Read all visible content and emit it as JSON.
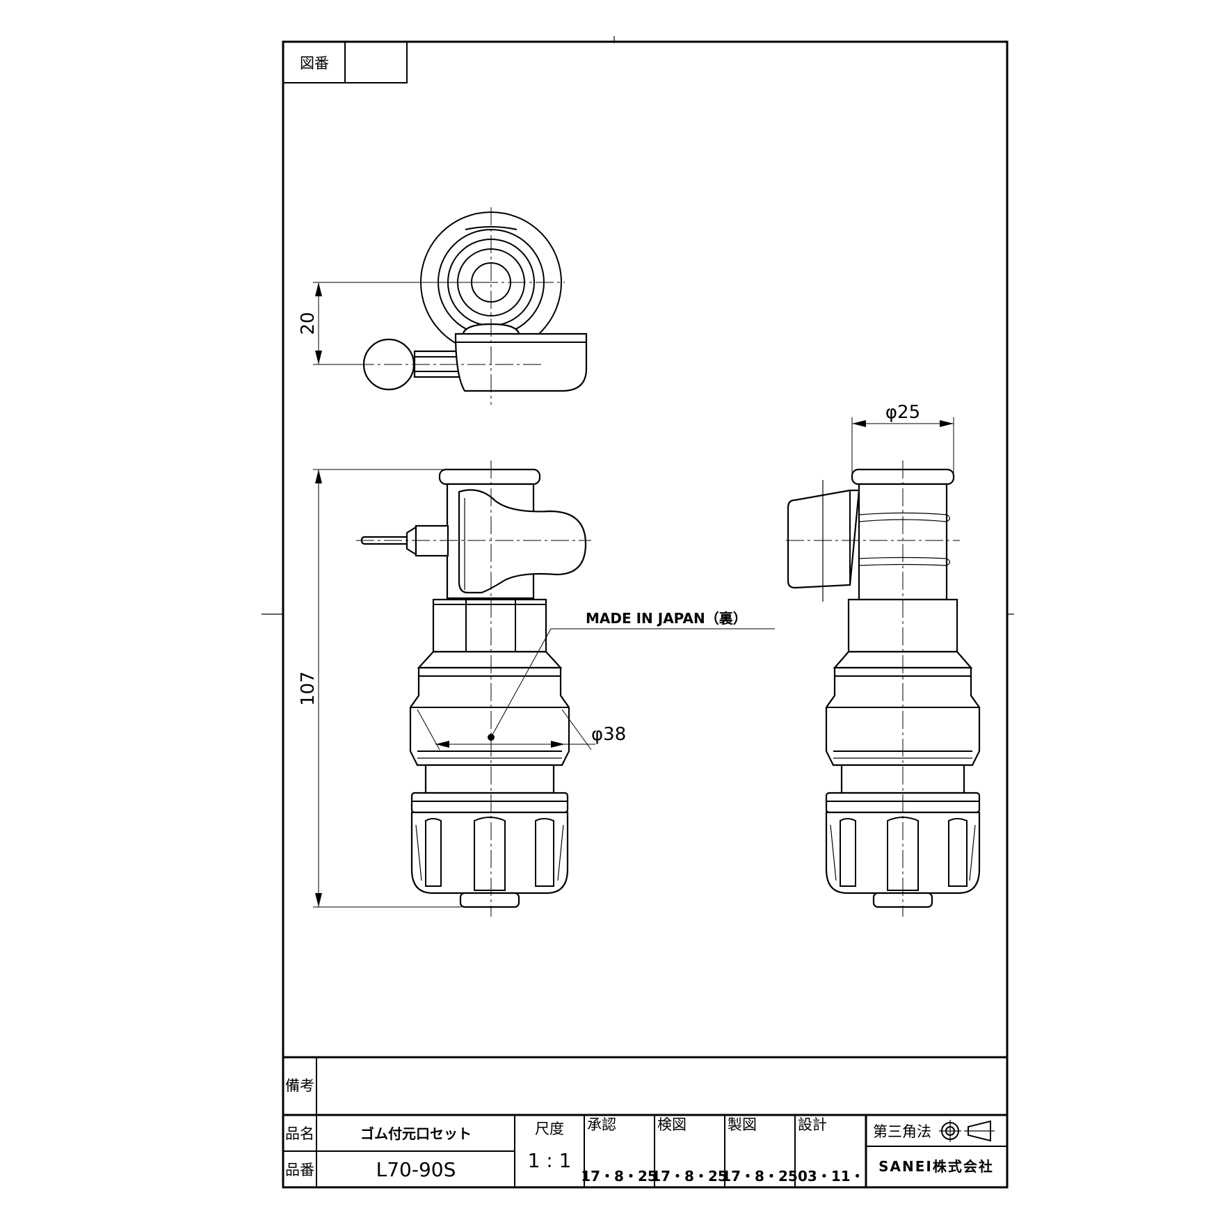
{
  "drawing_number_label": "図番",
  "drawing_number_value": "",
  "dimensions": {
    "height_offset": "20",
    "overall_height": "107",
    "outer_diameter": "φ38",
    "top_diameter": "φ25"
  },
  "annotation": "MADE IN JAPAN（裏）",
  "title_block": {
    "remarks_label": "備考",
    "remarks_value": "",
    "product_name_label": "品名",
    "product_name": "ゴム付元口セット",
    "product_number_label": "品番",
    "product_number": "L70-90S",
    "scale_label": "尺度",
    "scale": "1 : 1",
    "approval": {
      "label": "承認",
      "date": "17・8・25"
    },
    "check": {
      "label": "検図",
      "date": "17・8・25"
    },
    "drafting": {
      "label": "製図",
      "date": "17・8・25"
    },
    "design": {
      "label": "設計",
      "date": "03・11・"
    },
    "projection": "第三角法",
    "company": "SANEI株式会社"
  }
}
